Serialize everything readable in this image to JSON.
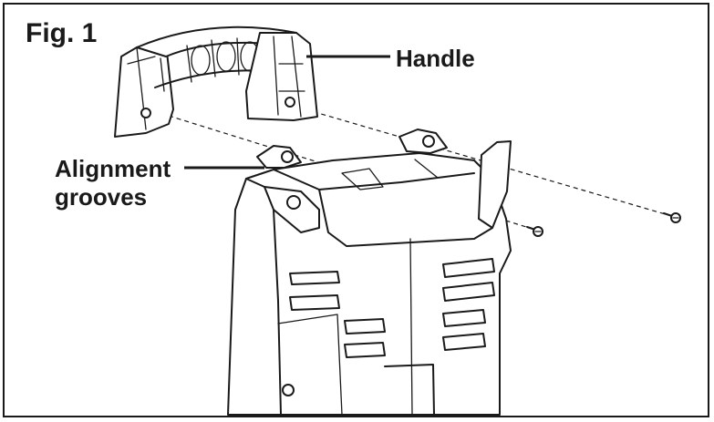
{
  "figure": {
    "title": "Fig. 1",
    "labels": {
      "handle": "Handle",
      "alignment_line1": "Alignment",
      "alignment_line2": "grooves"
    }
  },
  "colors": {
    "line": "#1a1a1a",
    "background": "#ffffff"
  }
}
